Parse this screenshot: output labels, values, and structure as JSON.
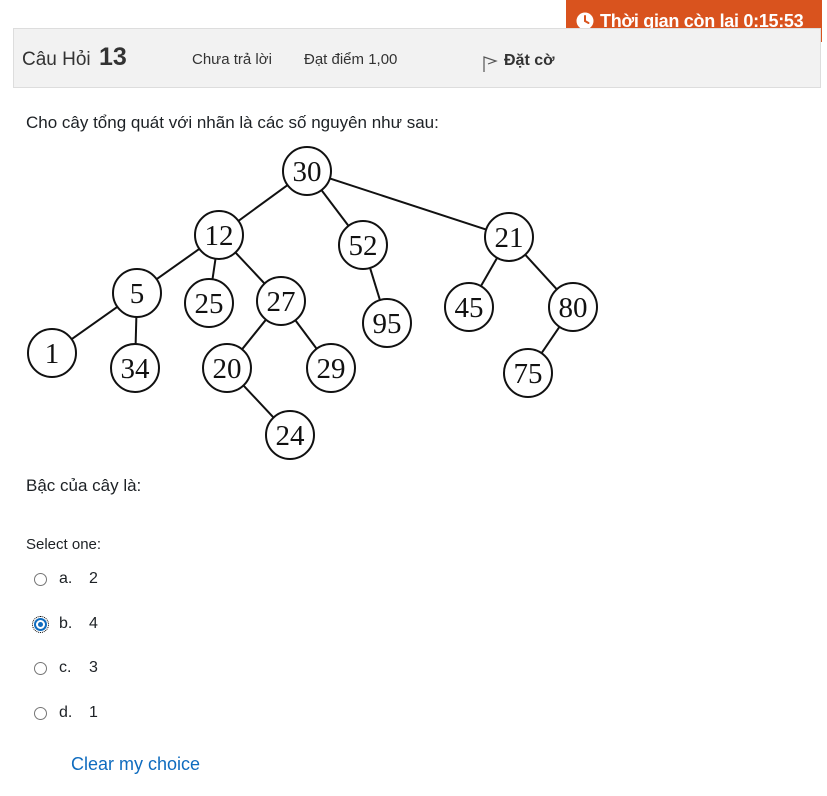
{
  "timer": {
    "text": "Thời gian còn lại 0:15:53"
  },
  "header": {
    "question_word": "Câu Hỏi",
    "question_number": "13",
    "state": "Chưa trả lời",
    "grade": "Đạt điểm 1,00",
    "flag_label": "Đặt cờ"
  },
  "question": {
    "intro": "Cho cây tổng quát với nhãn là các số nguyên như sau:",
    "ask": "Bậc của cây là:"
  },
  "tree": {
    "nodes": [
      "30",
      "12",
      "52",
      "21",
      "5",
      "25",
      "27",
      "95",
      "45",
      "80",
      "1",
      "34",
      "20",
      "29",
      "75",
      "24"
    ],
    "edges": [
      [
        "30",
        "12"
      ],
      [
        "30",
        "52"
      ],
      [
        "30",
        "21"
      ],
      [
        "12",
        "5"
      ],
      [
        "12",
        "25"
      ],
      [
        "12",
        "27"
      ],
      [
        "52",
        "95"
      ],
      [
        "21",
        "45"
      ],
      [
        "21",
        "80"
      ],
      [
        "5",
        "1"
      ],
      [
        "5",
        "34"
      ],
      [
        "27",
        "20"
      ],
      [
        "27",
        "29"
      ],
      [
        "80",
        "75"
      ],
      [
        "20",
        "24"
      ]
    ]
  },
  "answer": {
    "prompt": "Select one:",
    "options": [
      {
        "letter": "a.",
        "value": "2",
        "selected": false
      },
      {
        "letter": "b.",
        "value": "4",
        "selected": true
      },
      {
        "letter": "c.",
        "value": "3",
        "selected": false
      },
      {
        "letter": "d.",
        "value": "1",
        "selected": false
      }
    ],
    "clear_label": "Clear my choice"
  },
  "colors": {
    "timer_bg": "#d9531e",
    "link": "#0f6cbf",
    "header_bg": "#f2f2f2"
  }
}
